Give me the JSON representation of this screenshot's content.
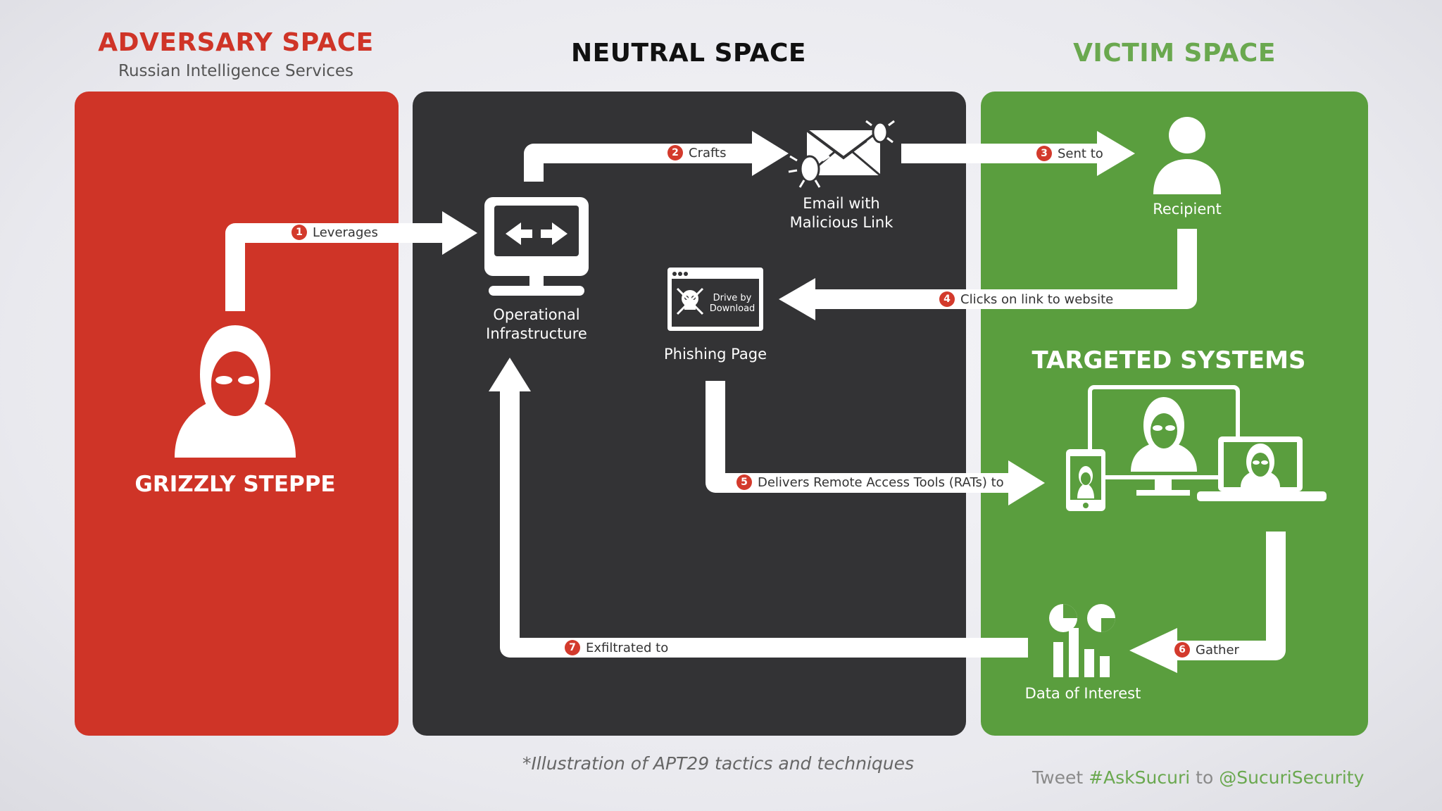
{
  "headers": {
    "adversary": "ADVERSARY SPACE",
    "adversary_sub": "Russian Intelligence Services",
    "neutral": "NEUTRAL SPACE",
    "victim": "VICTIM SPACE"
  },
  "colors": {
    "adversary": "#cf3427",
    "neutral": "#333335",
    "victim": "#5a9e3e",
    "badge": "#d33a2c",
    "hashtag": "#6aa84f"
  },
  "nodes": {
    "actor": "GRIZZLY STEPPE",
    "infra": "Operational Infrastructure",
    "email": "Email with Malicious Link",
    "recipient": "Recipient",
    "phishing": "Phishing Page",
    "drive_by": "Drive by Download",
    "targeted": "TARGETED SYSTEMS",
    "data": "Data of Interest"
  },
  "steps": [
    {
      "n": "1",
      "label": "Leverages"
    },
    {
      "n": "2",
      "label": "Crafts"
    },
    {
      "n": "3",
      "label": "Sent to"
    },
    {
      "n": "4",
      "label": "Clicks on link to website"
    },
    {
      "n": "5",
      "label": "Delivers Remote Access Tools (RATs) to"
    },
    {
      "n": "6",
      "label": "Gather"
    },
    {
      "n": "7",
      "label": "Exfiltrated to"
    }
  ],
  "footer": {
    "caption": "*Illustration of APT29 tactics and techniques",
    "tweet": "Tweet",
    "hashtag": "#AskSucuri",
    "to": "to",
    "handle": "@SucuriSecurity"
  }
}
